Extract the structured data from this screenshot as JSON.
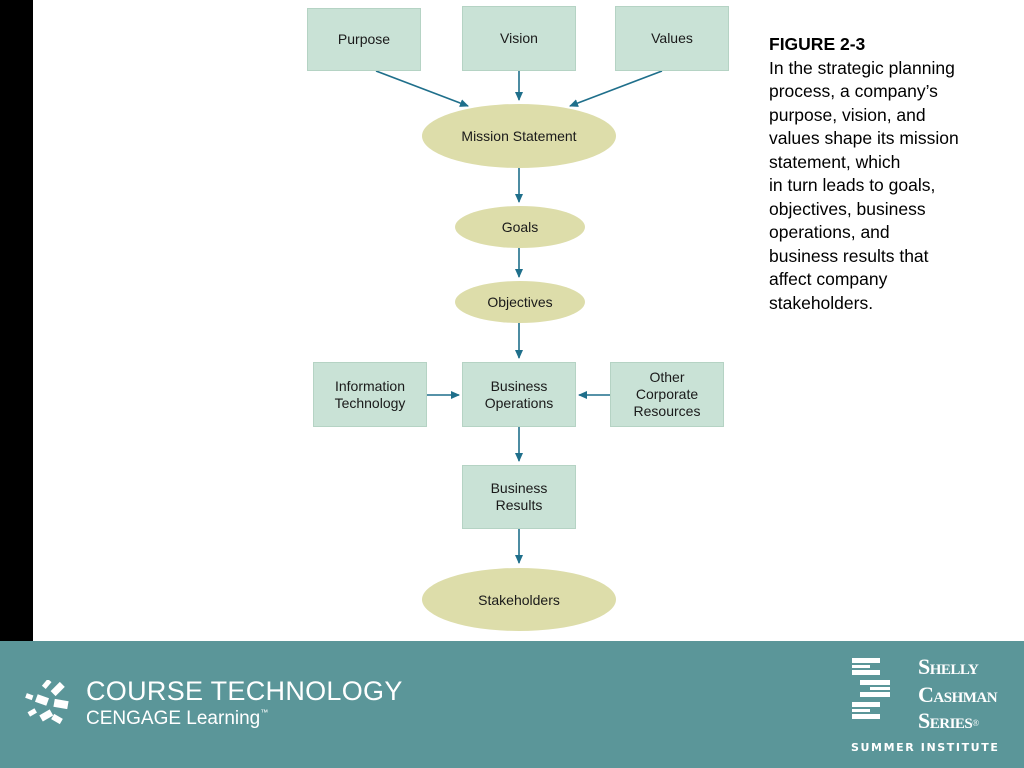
{
  "diagram": {
    "boxes": {
      "purpose": "Purpose",
      "vision": "Vision",
      "values": "Values",
      "information_technology": "Information\nTechnology",
      "business_operations": "Business\nOperations",
      "other_corporate_resources": "Other\nCorporate\nResources",
      "business_results": "Business\nResults"
    },
    "ellipses": {
      "mission_statement": "Mission Statement",
      "goals": "Goals",
      "objectives": "Objectives",
      "stakeholders": "Stakeholders"
    },
    "edges": [
      {
        "from": "purpose",
        "to": "mission_statement"
      },
      {
        "from": "vision",
        "to": "mission_statement"
      },
      {
        "from": "values",
        "to": "mission_statement"
      },
      {
        "from": "mission_statement",
        "to": "goals"
      },
      {
        "from": "goals",
        "to": "objectives"
      },
      {
        "from": "objectives",
        "to": "business_operations"
      },
      {
        "from": "information_technology",
        "to": "business_operations"
      },
      {
        "from": "other_corporate_resources",
        "to": "business_operations"
      },
      {
        "from": "business_operations",
        "to": "business_results"
      },
      {
        "from": "business_results",
        "to": "stakeholders"
      }
    ],
    "colors": {
      "box": "#c9e2d6",
      "ellipse": "#ddddaa",
      "arrow": "#1f6f8b"
    }
  },
  "caption": {
    "title": "FIGURE 2-3",
    "lines": [
      "In the strategic planning",
      "process, a company’s",
      "purpose, vision, and",
      "values shape its mission",
      "statement, which",
      "in turn leads to goals,",
      "objectives, business",
      "operations, and",
      "business results that",
      "affect company",
      "stakeholders."
    ]
  },
  "footer": {
    "color": "#5b9699",
    "course_technology": "COURSE TECHNOLOGY",
    "cengage": "CENGAGE Learning",
    "trademark": "™",
    "series_words": [
      "Shelly",
      "Cashman",
      "Series"
    ],
    "registered": "®",
    "summer_institute": "SUMMER INSTITUTE"
  }
}
